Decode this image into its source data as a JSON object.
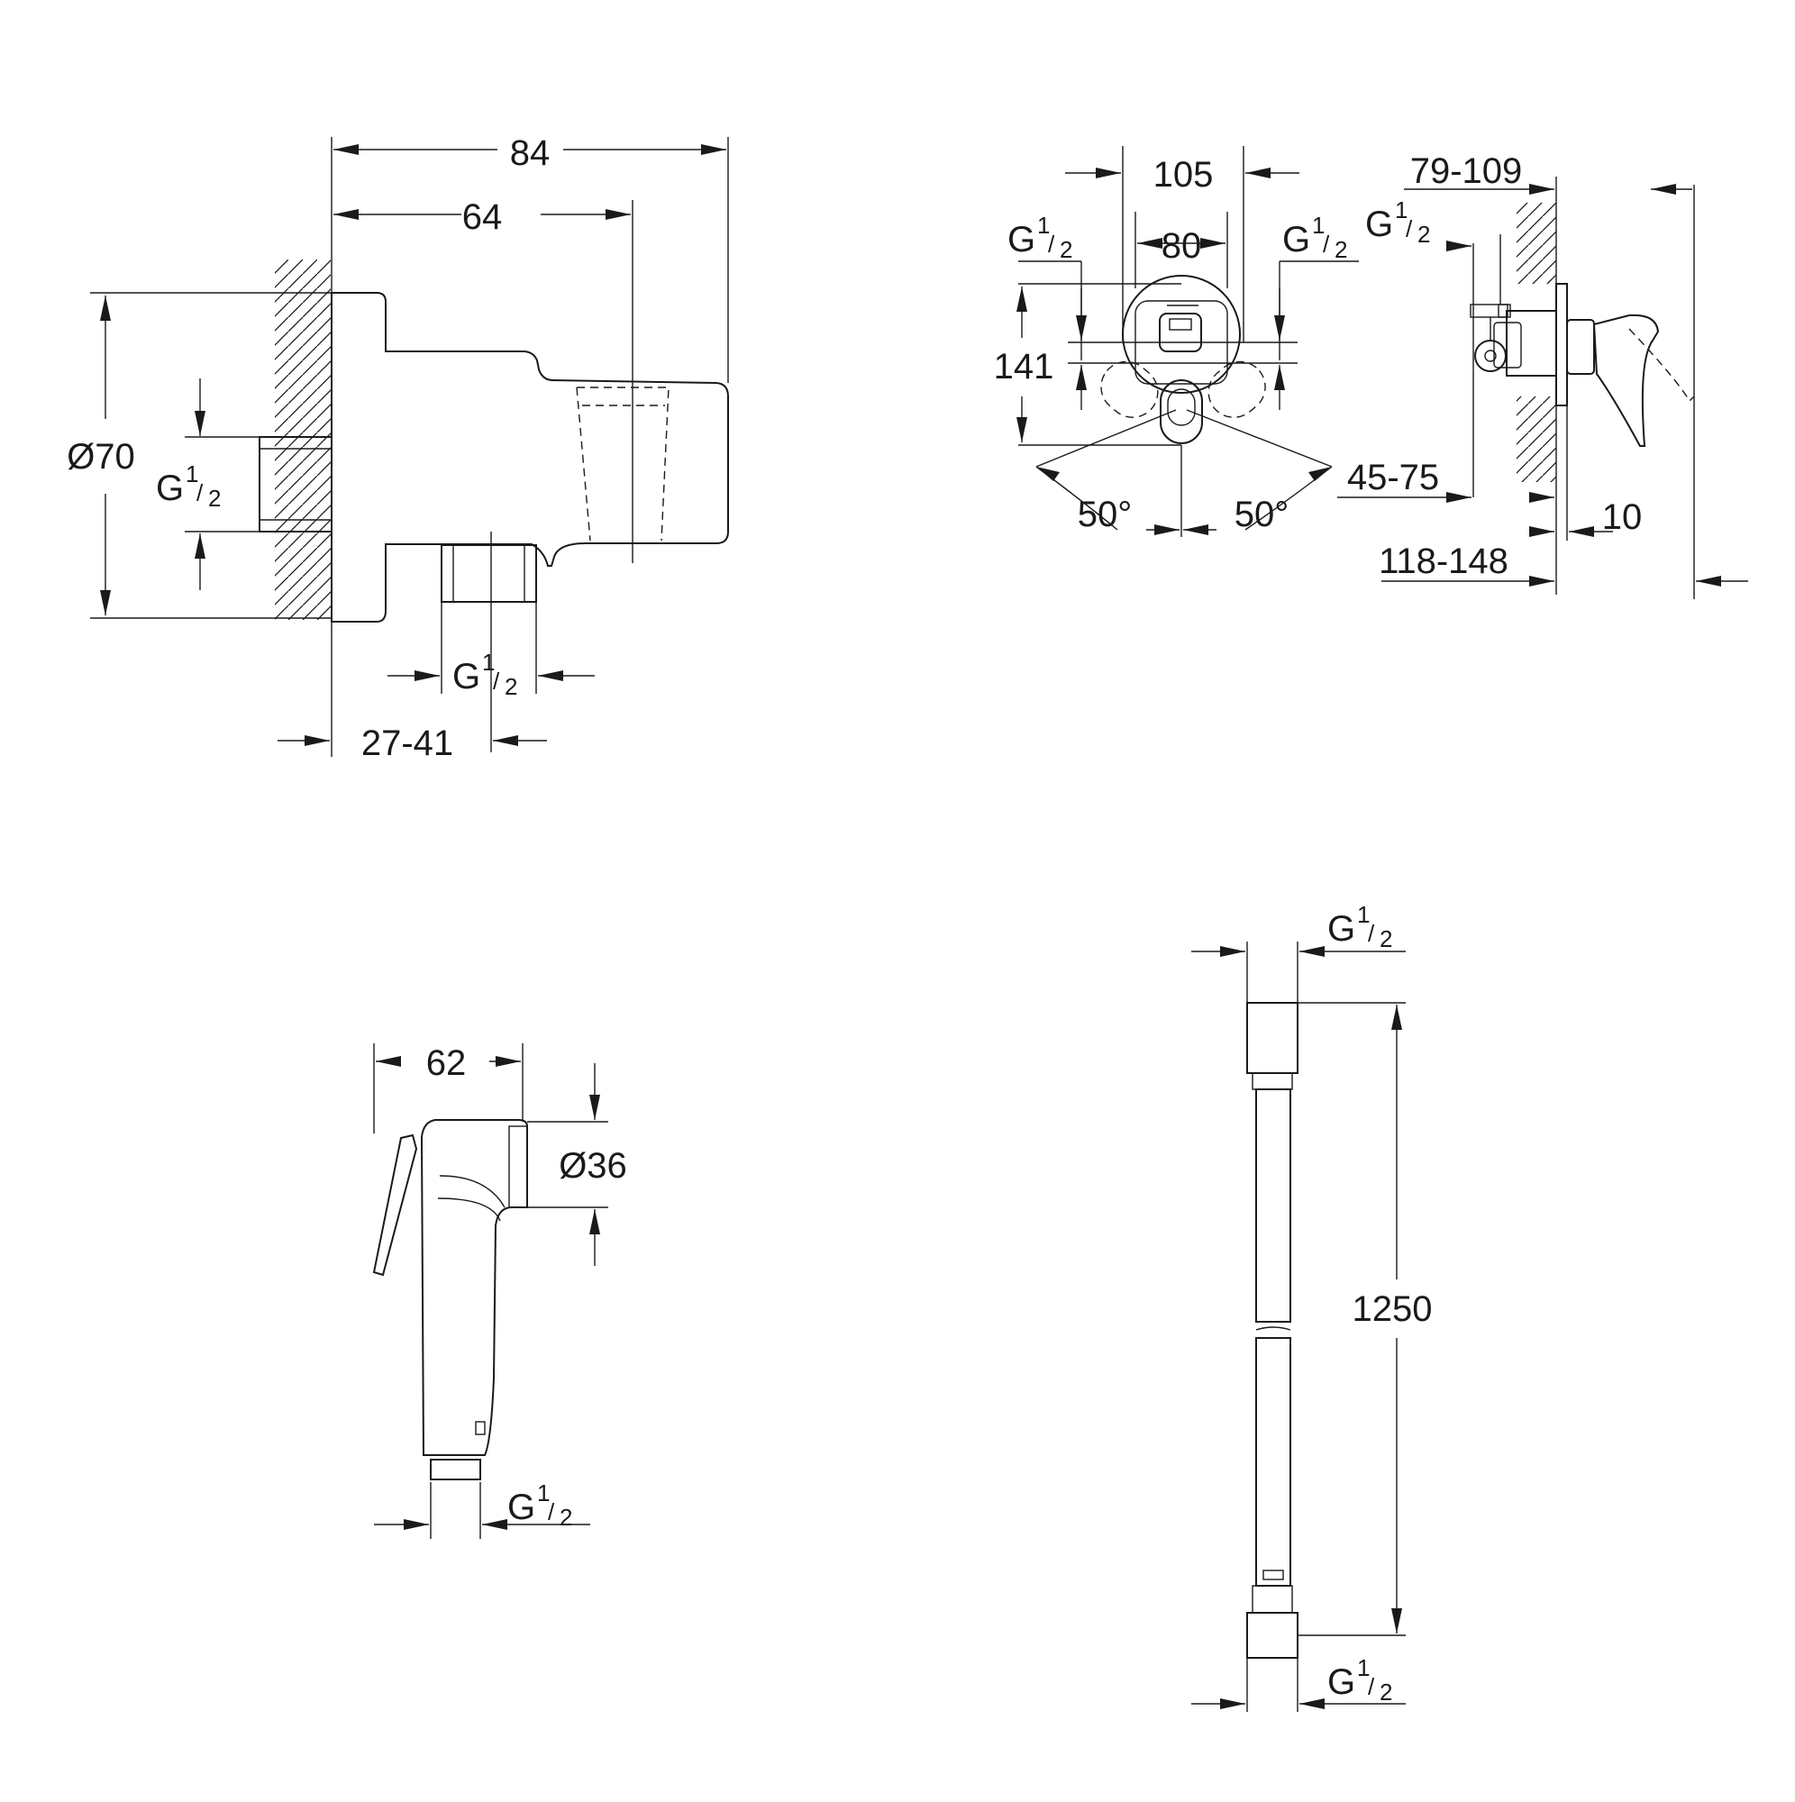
{
  "bracket": {
    "width_total": "84",
    "width_outlet": "64",
    "diameter": "Ø70",
    "thread_inlet": "G",
    "thread_outlet": "G",
    "depth_range": "27-41"
  },
  "mixer": {
    "width_outer": "105",
    "width_inner": "80",
    "thread_left": "G",
    "thread_right": "G",
    "height": "141",
    "angle_left": "50°",
    "angle_right": "50°",
    "thread_side": "G",
    "depth_range_top": "79-109",
    "depth_range_mid": "45-75",
    "offset": "10",
    "depth_range_total": "118-148"
  },
  "handshower": {
    "length": "62",
    "diameter": "Ø36",
    "thread": "G"
  },
  "hose": {
    "thread_top": "G",
    "length": "1250",
    "thread_bottom": "G"
  },
  "fraction": {
    "num": "1",
    "den": "2"
  }
}
